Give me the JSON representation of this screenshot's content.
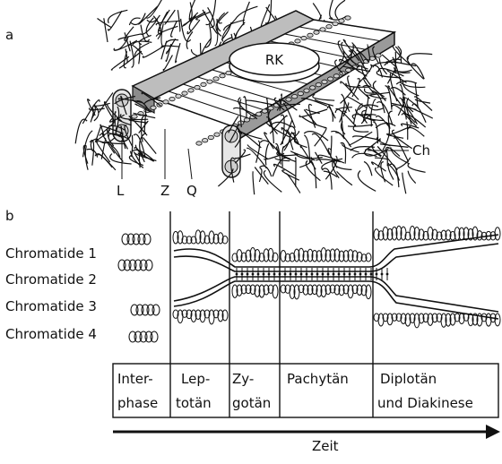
{
  "panel_a": {
    "panel_label": "a",
    "center_label": "RK",
    "labels": {
      "lateral": "L",
      "central": "Z",
      "transverse": "Q",
      "chromatin": "Ch"
    }
  },
  "panel_b": {
    "panel_label": "b",
    "chromatids": [
      "Chromatide 1",
      "Chromatide 2",
      "Chromatide 3",
      "Chromatide 4"
    ],
    "stages": [
      {
        "line1": "Inter-",
        "line2": "phase"
      },
      {
        "line1": "Lep-",
        "line2": "totän"
      },
      {
        "line1": "Zy-",
        "line2": "gotän"
      },
      {
        "line1": "Pachytän",
        "line2": ""
      },
      {
        "line1": "Diplotän",
        "line2": "und Diakinese"
      }
    ],
    "time_axis_label": "Zeit"
  }
}
